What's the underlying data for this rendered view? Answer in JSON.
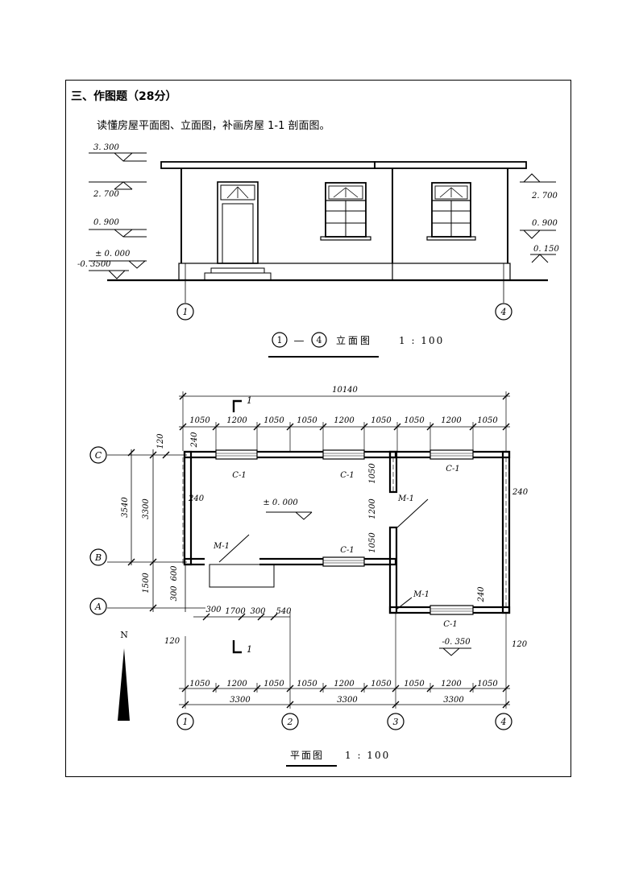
{
  "heading": "三、作图题（28分）",
  "instruction": "读懂房屋平面图、立面图，补画房屋 1-1 剖面图。",
  "elevation": {
    "levels_left": [
      "3. 300",
      "2. 700",
      "0. 900",
      "± 0. 000",
      "-0. 3500"
    ],
    "levels_right": [
      "2. 700",
      "0. 900",
      "0. 150"
    ],
    "axis_left": "1",
    "axis_right": "4",
    "title_from": "1",
    "title_dash": "—",
    "title_to": "4",
    "title_text": "立面图",
    "scale": "1 : 100"
  },
  "plan": {
    "overall": "10140",
    "top_dims": [
      "1050",
      "1200",
      "1050",
      "1050",
      "1200",
      "1050",
      "1050",
      "1200",
      "1050"
    ],
    "bottom_dims": [
      "1050",
      "1200",
      "1050",
      "1050",
      "1200",
      "1050",
      "1050",
      "1200",
      "1050"
    ],
    "bay_dims": [
      "3300",
      "3300",
      "3300"
    ],
    "left_dims": {
      "outer": "3540",
      "inner": "3300",
      "lower": "1500",
      "top": "120",
      "p600": "600",
      "p300": "300"
    },
    "porch_dims": [
      "300",
      "1700",
      "300",
      "540"
    ],
    "wall_labels": [
      "240",
      "240",
      "240",
      "240"
    ],
    "mid_dims": [
      "1050",
      "1200",
      "1050"
    ],
    "edge_labels": [
      "120",
      "120"
    ],
    "rooms": [
      "C-1",
      "C-1",
      "C-1",
      "C-1",
      "C-1",
      "M-1",
      "M-1",
      "M-1"
    ],
    "level_inside": "± 0. 000",
    "level_outside": "-0. 350",
    "axes_vertical": [
      "1",
      "2",
      "3",
      "4"
    ],
    "axes_horizontal": [
      "C",
      "B",
      "A"
    ],
    "section_mark": "1",
    "north": "N",
    "title": "平面图",
    "scale": "1 : 100"
  }
}
